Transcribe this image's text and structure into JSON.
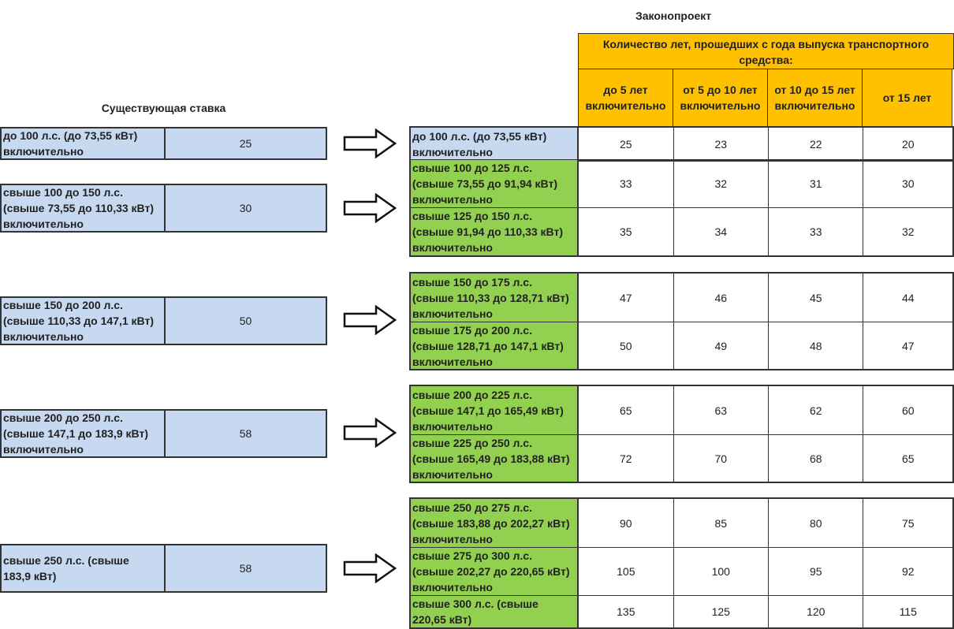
{
  "bill_title": "Законопроект",
  "existing_title": "Существующая ставка",
  "header": {
    "top": "Количество лет, прошедших с года выпуска транспортного\nсредства:",
    "cols": [
      "до 5 лет\nвключительно",
      "от 5 до 10 лет\nвключительно",
      "от 10 до 15 лет\nвключительно",
      "от 15 лет"
    ]
  },
  "existing": [
    {
      "label": "до 100 л.с. (до 73,55 кВт)\nвключительно",
      "value": "25"
    },
    {
      "label": "свыше 100 до 150 л.с.\n(свыше 73,55 до 110,33 кВт)\nвключительно",
      "value": "30"
    },
    {
      "label": "свыше 150 до 200 л.с.\n(свыше 110,33 до 147,1 кВт)\nвключительно",
      "value": "50"
    },
    {
      "label": "свыше 200 до 250 л.с.\n(свыше 147,1 до 183,9 кВт)\nвключительно",
      "value": "58"
    },
    {
      "label": "свыше 250 л.с. (свыше\n183,9 кВт)",
      "value": "58"
    }
  ],
  "bill_groups": [
    {
      "rows": [
        {
          "label": "до 100 л.с. (до 73,55 кВт)\nвключительно",
          "color": "blue",
          "values": [
            "25",
            "23",
            "22",
            "20"
          ]
        }
      ]
    },
    {
      "rows": [
        {
          "label": "свыше 100 до 125 л.с.\n(свыше 73,55 до 91,94 кВт)\nвключительно",
          "color": "green",
          "values": [
            "33",
            "32",
            "31",
            "30"
          ]
        },
        {
          "label": "свыше 125 до 150 л.с.\n(свыше 91,94 до 110,33 кВт)\nвключительно",
          "color": "green",
          "values": [
            "35",
            "34",
            "33",
            "32"
          ]
        }
      ]
    },
    {
      "rows": [
        {
          "label": "свыше 150 до 175 л.с.\n(свыше 110,33 до 128,71 кВт)\nвключительно",
          "color": "green",
          "values": [
            "47",
            "46",
            "45",
            "44"
          ]
        },
        {
          "label": "свыше 175 до 200 л.с.\n(свыше 128,71 до 147,1 кВт)\nвключительно",
          "color": "green",
          "values": [
            "50",
            "49",
            "48",
            "47"
          ]
        }
      ]
    },
    {
      "rows": [
        {
          "label": "свыше 200 до 225 л.с.\n(свыше 147,1 до 165,49 кВт)\nвключительно",
          "color": "green",
          "values": [
            "65",
            "63",
            "62",
            "60"
          ]
        },
        {
          "label": "свыше 225 до 250 л.с.\n(свыше 165,49 до 183,88 кВт)\nвключительно",
          "color": "green",
          "values": [
            "72",
            "70",
            "68",
            "65"
          ]
        }
      ]
    },
    {
      "rows": [
        {
          "label": "свыше 250 до 275 л.с.\n(свыше 183,88 до 202,27 кВт)\nвключительно",
          "color": "green",
          "values": [
            "90",
            "85",
            "80",
            "75"
          ]
        },
        {
          "label": "свыше 275 до 300 л.с.\n(свыше 202,27 до 220,65 кВт)\nвключительно",
          "color": "green",
          "values": [
            "105",
            "100",
            "95",
            "92"
          ]
        },
        {
          "label": "свыше 300 л.с. (свыше\n220,65 кВт)",
          "color": "green",
          "values": [
            "135",
            "125",
            "120",
            "115"
          ]
        }
      ]
    }
  ],
  "colors": {
    "header": "#ffc000",
    "existing": "#c6d9f1",
    "new_category": "#92d050"
  },
  "icons": {
    "arrow": "right-arrow-icon"
  }
}
